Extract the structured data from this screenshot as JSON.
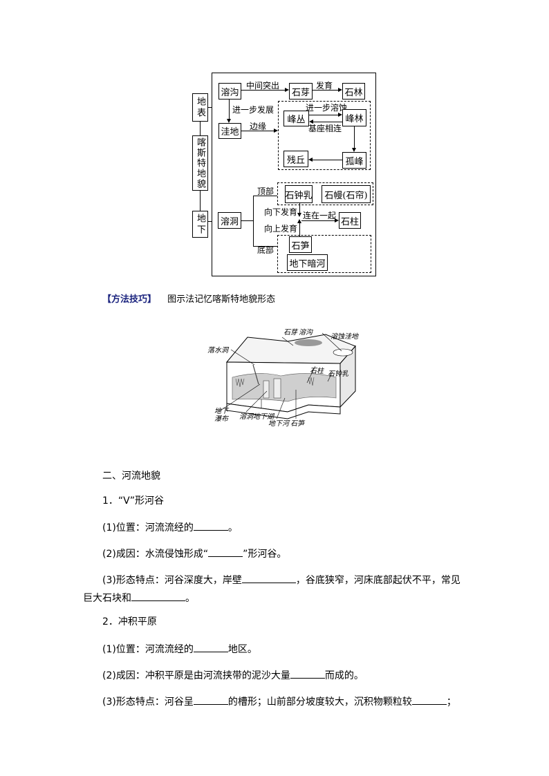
{
  "diagram": {
    "left_column": {
      "surface": "地表",
      "title": "喀斯特地貌",
      "underground": "地下"
    },
    "surface_section": {
      "rongou": "溶沟",
      "shiya": "石芽",
      "shilin": "石林",
      "wadi": "洼地",
      "fengcong": "峰丛",
      "fenglin": "峰林",
      "canqiu": "残丘",
      "gufeng": "孤峰",
      "labels": {
        "middle_protrude": "中间突出",
        "develop": "发育",
        "further_develop": "进一步发展",
        "edge": "边缘",
        "further_dissolve": "进一步溶蚀",
        "base_connected": "基座相连"
      }
    },
    "underground_section": {
      "rongdong": "溶洞",
      "shizhongru": "石钟乳",
      "shiman": "石幔(石帘)",
      "shizhu": "石柱",
      "shisun": "石笋",
      "anhe": "地下暗河",
      "labels": {
        "top": "顶部",
        "bottom": "底部",
        "grow_down": "向下发育",
        "grow_up": "向上发育",
        "connect": "连在一起"
      }
    }
  },
  "tip": {
    "tag": "【方法技巧】",
    "text": "图示法记忆喀斯特地貌形态"
  },
  "illustration": {
    "labels": [
      "石芽",
      "溶沟",
      "溶蚀洼地",
      "落水洞",
      "石柱",
      "石钟乳",
      "地下瀑布",
      "溶洞",
      "地下湖",
      "地下河",
      "石笋"
    ]
  },
  "section2": {
    "heading": "二、河流地貌",
    "v_valley": {
      "title": "1．“V”形河谷",
      "location_prefix": "(1)位置：河流流经的",
      "location_suffix": "。",
      "cause_prefix": "(2)成因：水流侵蚀形成“",
      "cause_suffix": "”形河谷。",
      "feature_prefix": "(3)形态特点：河谷深度大，岸壁",
      "feature_mid": "，谷底狭窄，河床底部起伏不平，常见",
      "feature_line2_prefix": "巨大石块和",
      "feature_line2_suffix": "。"
    },
    "alluvial_plain": {
      "title": "2．冲积平原",
      "location_prefix": "(1)位置：河流流经的",
      "location_suffix": "地区。",
      "cause_prefix": "(2)成因：冲积平原是由河流挟带的泥沙大量",
      "cause_suffix": "而成的。",
      "feature_prefix": "(3)形态特点：河谷呈",
      "feature_mid": "的槽形；山前部分坡度较大，沉积物颗粒较",
      "feature_suffix": "；"
    }
  }
}
